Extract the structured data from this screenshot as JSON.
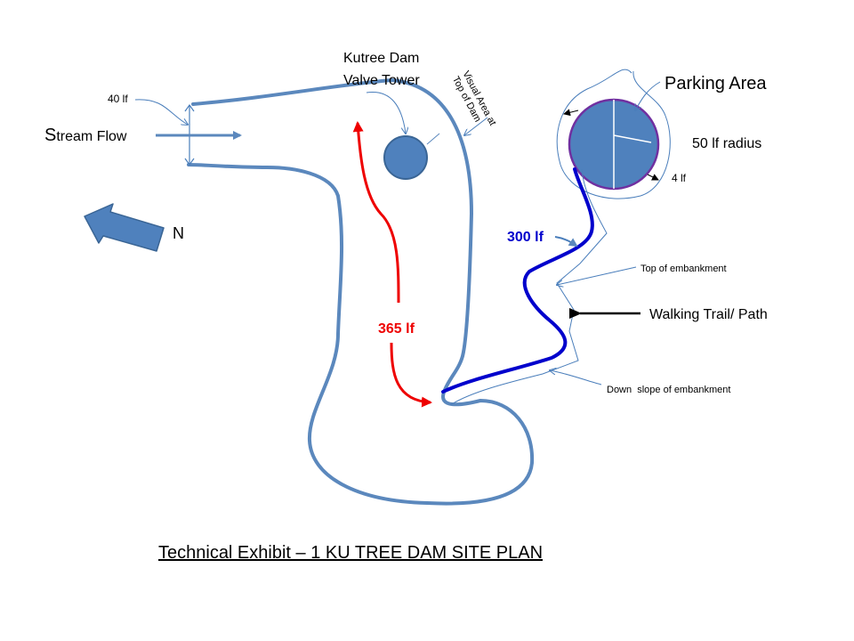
{
  "labels": {
    "width_40": "40 lf",
    "stream_first_letter": "S",
    "stream_rest": "tream Flow",
    "north": "N",
    "tower_line1": "Kutree Dam",
    "tower_line2": "Valve Tower",
    "visual_line1": "Visual Area at",
    "visual_line2": "Top of Dam",
    "parking": "Parking Area",
    "radius": "50 lf radius",
    "offset_4": "4 lf",
    "trail_length": "300 lf",
    "dam_length": "365 lf",
    "top_embankment": "Top of embankment",
    "walking_trail": "Walking Trail/ Path",
    "down_slope": "Down  slope of embankment"
  },
  "caption": "Technical Exhibit – 1 KU TREE DAM SITE PLAN",
  "colors": {
    "outline_blue": "#5b88bd",
    "fill_blue": "#4f81bd",
    "trail_blue": "#0000cc",
    "measure_red": "#ee0000",
    "parking_border": "#7030a0",
    "thin_blue": "#4a7ebb"
  },
  "icons": {
    "north_arrow": "left-block-arrow",
    "stream_arrow": "right-arrow",
    "pointer_arrow": "left-arrow"
  }
}
